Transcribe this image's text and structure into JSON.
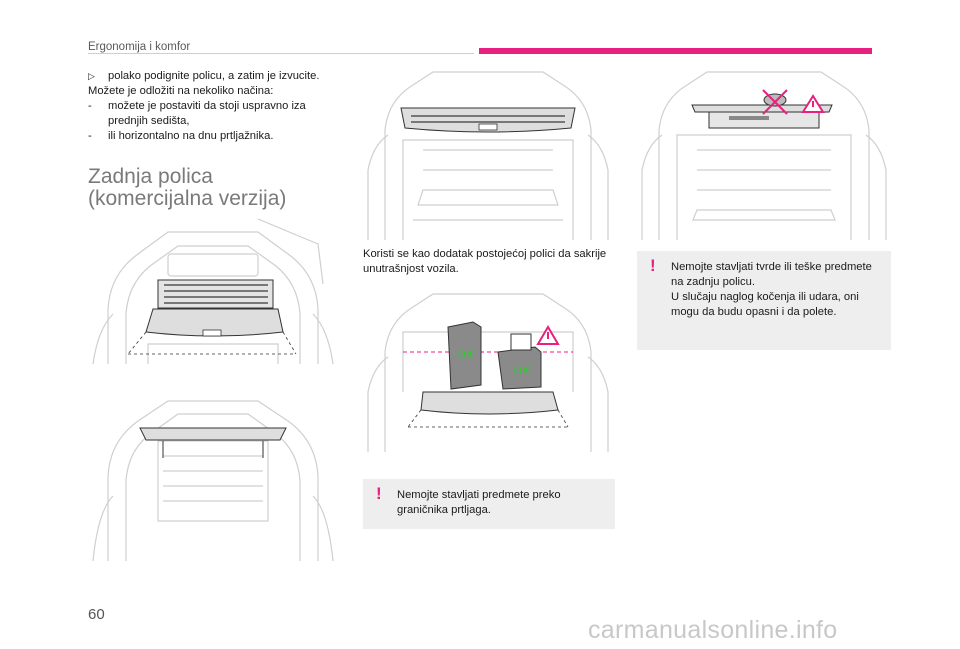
{
  "header": {
    "section": "Ergonomija i komfor"
  },
  "intro": {
    "bullet": "polako podignite policu, a zatim je izvucite.",
    "line": "Možete je odložiti na nekoliko načina:",
    "dash_items": [
      "možete je postaviti da stoji uspravno iza prednjih sedišta,",
      "ili horizontalno na dnu prtljažnika."
    ]
  },
  "section_title": {
    "line1": "Zadnja polica",
    "line2": "(komercijalna verzija)"
  },
  "caption": "Koristi se kao dodatak postojećoj polici da sakrije unutrašnjost vozila.",
  "figure_labels": {
    "ok1": "OK",
    "ok2": "OK"
  },
  "warnings": [
    "Nemojte stavljati predmete preko graničnika prtljaga.",
    "Nemojte stavljati tvrde ili teške predmete na zadnju policu.\nU slučaju naglog kočenja ili udara, oni mogu da budu opasni i da polete."
  ],
  "warning_symbol": "!",
  "accent_color": "#e8207f",
  "page_number": "60",
  "watermark": "carmanualsonline.info"
}
